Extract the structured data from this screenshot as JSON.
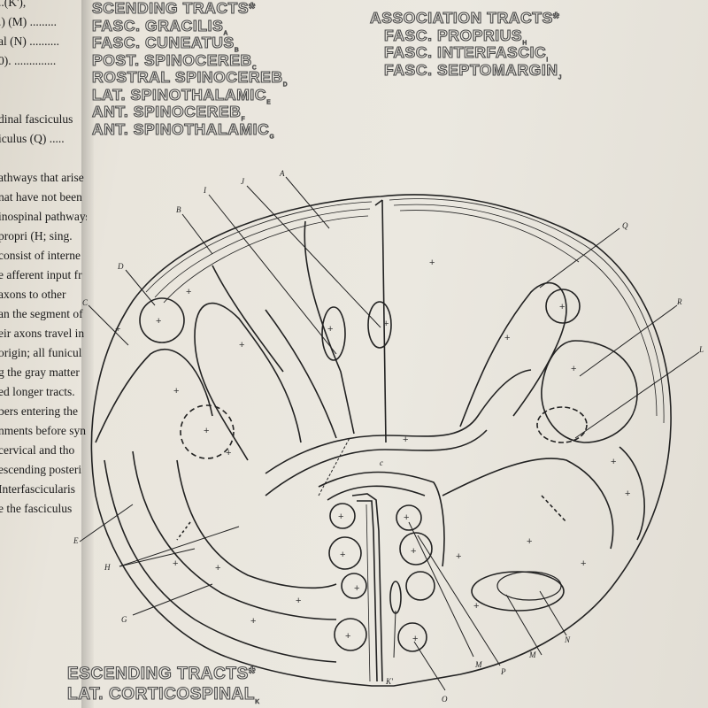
{
  "previous_page_text": [
    "..(K'),",
    ".) (M) .........",
    "al (N) ..........",
    "0). ..............",
    "",
    "",
    "dinal fasciculus",
    "iculus (Q) .....",
    "",
    "athways that arise",
    "nat have not been",
    "inospinal pathways",
    "propri (H; sing.",
    "consist of interne",
    "e afferent input fr",
    "axons to other",
    "an the segment of",
    "eir axons travel in",
    "origin; all funicul",
    "g the gray matter",
    "ed longer tracts.",
    "bers entering the",
    "nments before syn",
    "cervical and tho",
    "escending posteri",
    "Interfascicularis",
    "e the fasciculus"
  ],
  "ascending_tracts": {
    "heading": "SCENDING TRACTS",
    "items": [
      {
        "name": "FASC. GRACILIS",
        "key": "A"
      },
      {
        "name": "FASC. CUNEATUS",
        "key": "B"
      },
      {
        "name": "POST. SPINOCEREB",
        "key": "C"
      },
      {
        "name": "ROSTRAL SPINOCEREB",
        "key": "D"
      },
      {
        "name": "LAT. SPINOTHALAMIC",
        "key": "E"
      },
      {
        "name": "ANT. SPINOCEREB",
        "key": "F"
      },
      {
        "name": "ANT. SPINOTHALAMIC",
        "key": "G"
      }
    ]
  },
  "association_tracts": {
    "heading": "ASSOCIATION TRACTS",
    "items": [
      {
        "name": "FASC. PROPRIUS",
        "key": "H"
      },
      {
        "name": "FASC. INTERFASCIC",
        "key": "I"
      },
      {
        "name": "FASC. SEPTOMARGIN",
        "key": "J"
      }
    ]
  },
  "descending_tracts": {
    "heading": "ESCENDING TRACTS",
    "items": [
      {
        "name": "LAT. CORTICOSPINAL",
        "key": "K"
      }
    ]
  },
  "diagram_labels": {
    "A": "A",
    "B": "B",
    "I": "I",
    "J": "J",
    "Q": "Q",
    "D": "D",
    "C": "C",
    "R": "R",
    "L": "L",
    "E": "E",
    "H": "H",
    "G": "G",
    "c": "c",
    "K_prime": "K'",
    "M1": "M",
    "P": "P",
    "M2": "M",
    "N": "N",
    "O": "O"
  }
}
